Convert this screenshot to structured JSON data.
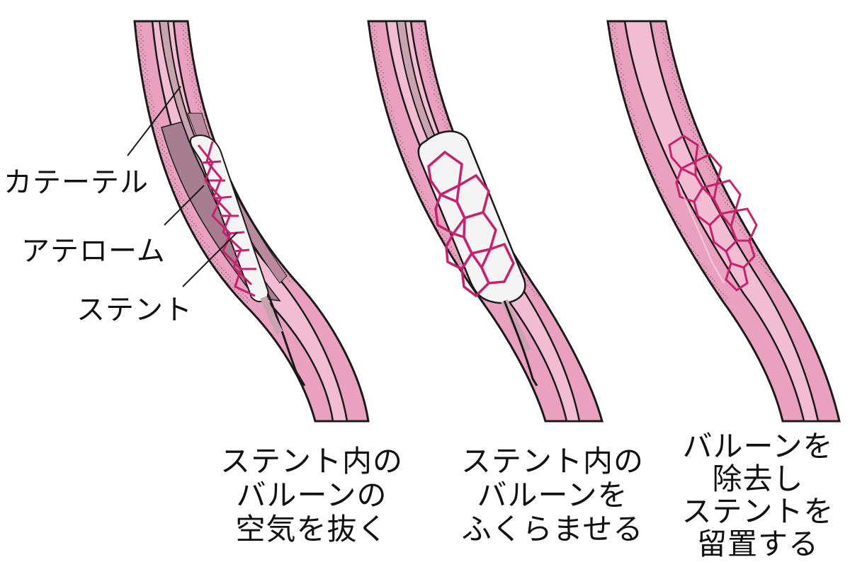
{
  "labels": {
    "catheter": "カテーテル",
    "atheroma": "アテローム",
    "stent": "ステント"
  },
  "panels": [
    {
      "caption": [
        "ステント内の",
        "バルーンの",
        "空気を抜く"
      ]
    },
    {
      "caption": [
        "ステント内の",
        "バルーンを",
        "ふくらませる"
      ]
    },
    {
      "caption": [
        "バルーンを",
        "除去し",
        "ステントを",
        "留置する"
      ]
    }
  ],
  "colors": {
    "vessel_wall": "#e9a1bf",
    "lumen": "#f6cfdd",
    "atheroma": "#a67e8f",
    "stent": "#c8206c",
    "balloon": "#f4f4f4",
    "catheter": "#c9a3b0",
    "outline": "#1a1a1a"
  }
}
